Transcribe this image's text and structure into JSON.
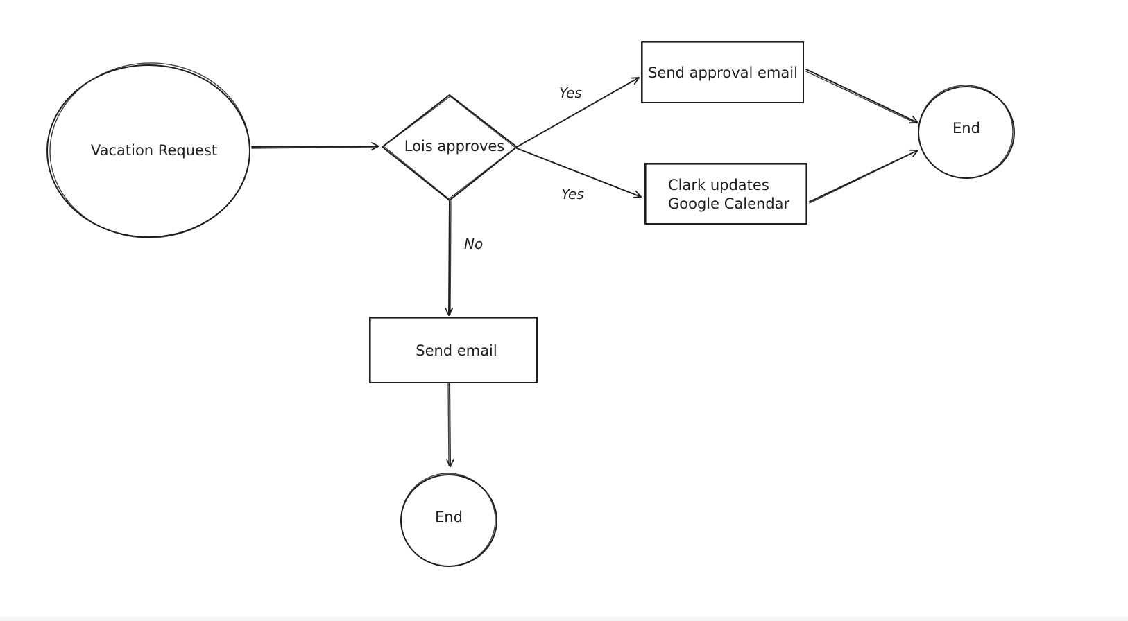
{
  "nodes": {
    "start": {
      "label": "Vacation Request"
    },
    "decision": {
      "label": "Lois approves"
    },
    "approval_email": {
      "label": "Send approval email"
    },
    "calendar": {
      "line1": "Clark updates",
      "line2": "Google Calendar"
    },
    "end_right": {
      "label": "End"
    },
    "send_email": {
      "label": "Send email"
    },
    "end_bottom": {
      "label": "End"
    }
  },
  "edges": {
    "yes_top": "Yes",
    "yes_bottom": "Yes",
    "no": "No"
  }
}
